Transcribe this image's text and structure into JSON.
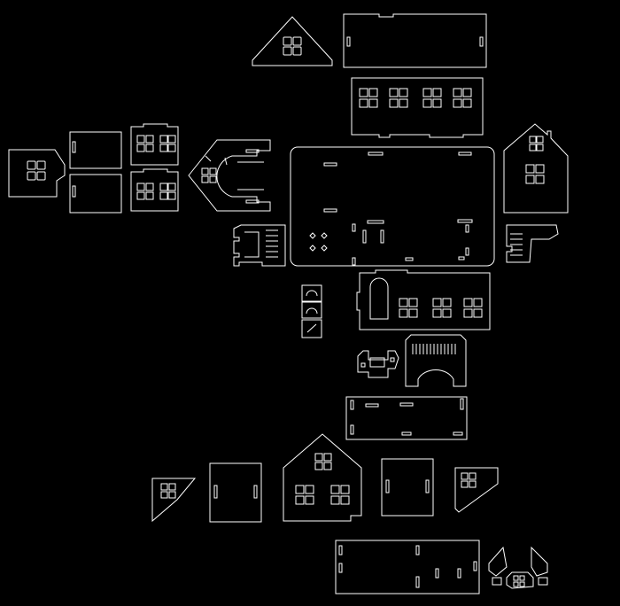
{
  "sheet": {
    "background": "#000000",
    "stroke": "#ffffff"
  },
  "parts": [
    "house-front-small",
    "wall-panel",
    "wall-panel",
    "window-wall-panel",
    "window-wall-panel",
    "arch-gable-piece",
    "roof-gable-top",
    "long-wall-panel",
    "long-window-wall",
    "base-plate",
    "tall-gable-end",
    "stair-piece",
    "stair-piece",
    "door-window-wall",
    "small-bracket",
    "small-bracket",
    "small-bracket",
    "trestle-piece",
    "arch-bridge-piece",
    "floor-panel",
    "corner-roof-piece",
    "wall-panel",
    "large-house-front",
    "wall-panel",
    "corner-roof-piece",
    "long-floor-panel",
    "mini-roof-set"
  ]
}
